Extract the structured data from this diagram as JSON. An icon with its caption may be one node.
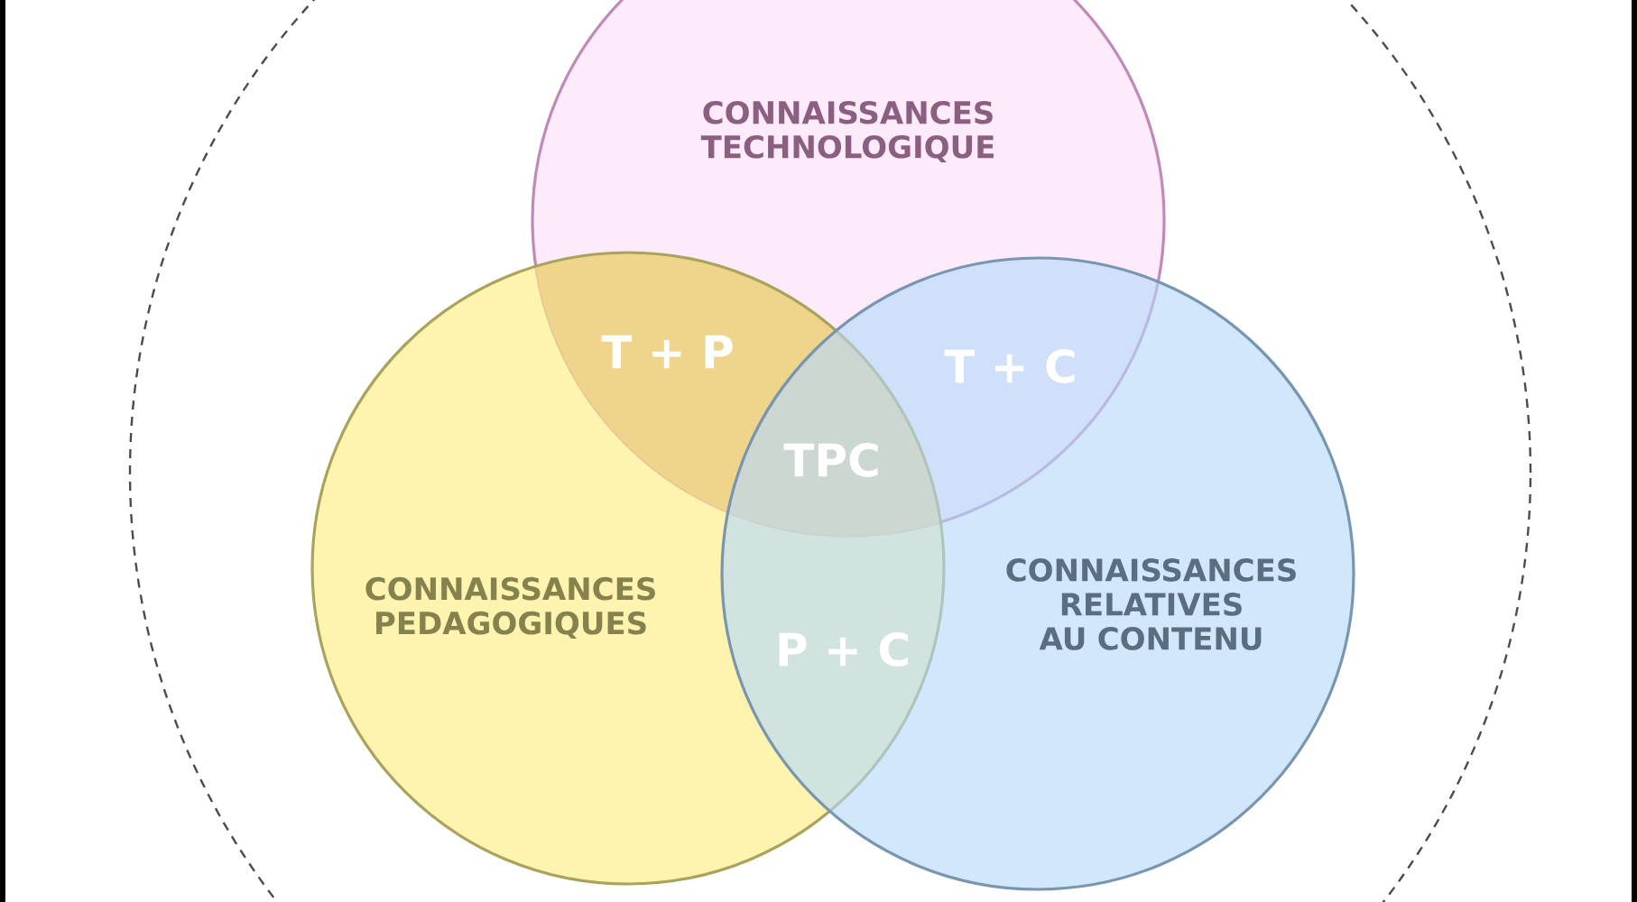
{
  "diagram": {
    "nodes": [
      {
        "text": [],
        "shape": "circle"
      },
      {
        "text": [
          "CONNAISSANCES TECHNOLOGIQUE"
        ],
        "in": 0
      },
      {
        "text": [
          "CONNAISSANCES PEDAGOGIQUES"
        ],
        "in": 0
      },
      {
        "text": [
          "CONNAISSANCES RELATIVES AU CONTENU"
        ],
        "in": 0
      }
    ],
    "labels": [
      "T + P",
      "T + C",
      "TPC",
      "P + C"
    ]
  }
}
